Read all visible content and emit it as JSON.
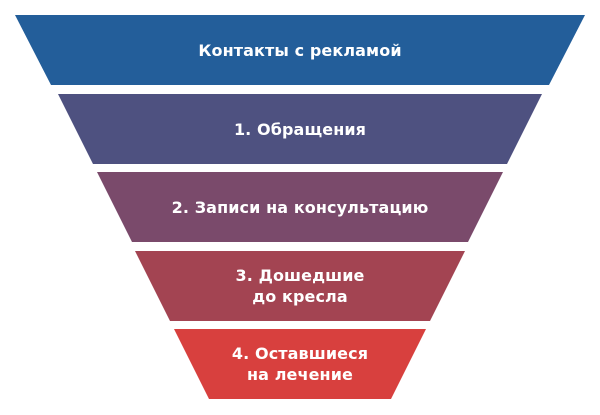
{
  "diagram": {
    "type": "funnel",
    "stages": [
      {
        "label": "Контакты с рекламой",
        "color": "#235E9A"
      },
      {
        "label": "1. Обращения",
        "color": "#4E5180"
      },
      {
        "label": "2. Записи на консультацию",
        "color": "#7A4A6B"
      },
      {
        "label": "3. Дошедшие\nдо кресла",
        "color": "#A34452"
      },
      {
        "label": "4. Оставшиеся\nна лечение",
        "color": "#D8403E"
      }
    ]
  }
}
